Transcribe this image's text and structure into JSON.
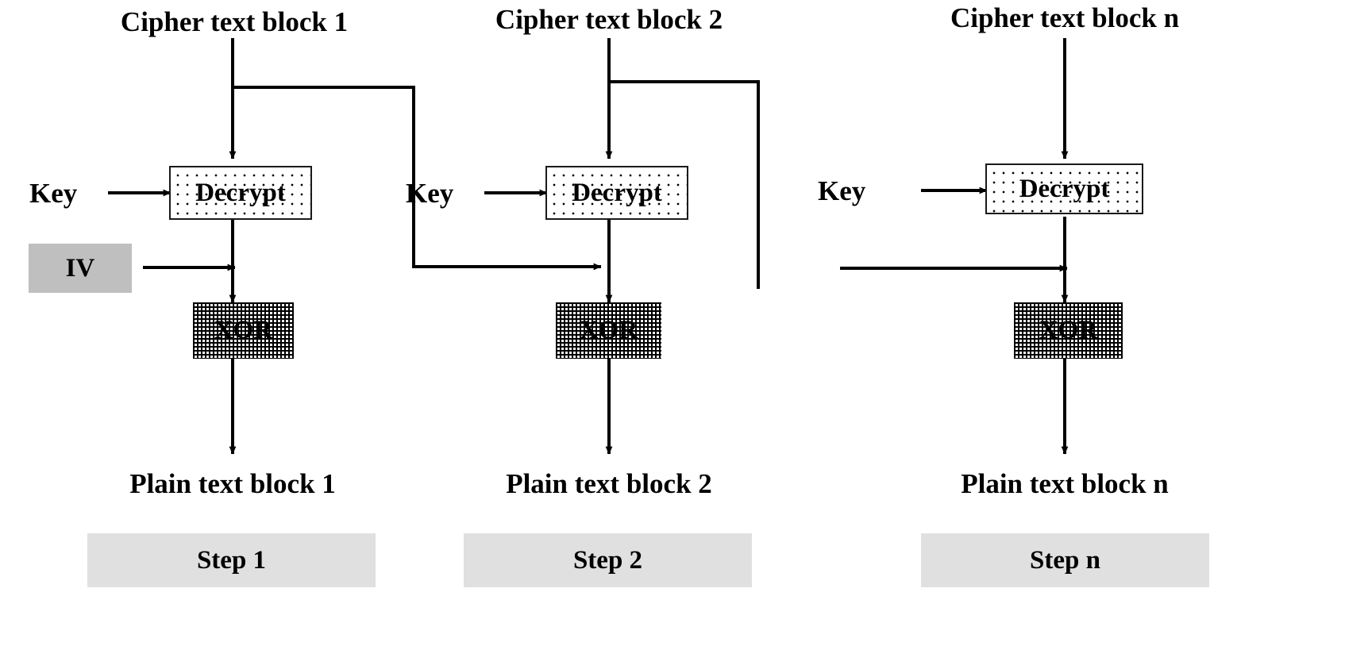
{
  "diagram": {
    "title_semantic": "cbc-mode-decryption",
    "colors": {
      "line": "#000000",
      "iv_fill": "#bfbfbf",
      "step_fill": "#e0e0e0",
      "box_border": "#1a1a1a",
      "background": "#ffffff"
    }
  },
  "columns": [
    {
      "cipher_label": "Cipher text block 1",
      "key_label": "Key",
      "decrypt_label": "Decrypt",
      "iv_label": "IV",
      "xor_label": "XOR",
      "plain_label": "Plain text block 1",
      "step_label": "Step 1"
    },
    {
      "cipher_label": "Cipher text block 2",
      "key_label": "Key",
      "decrypt_label": "Decrypt",
      "xor_label": "XOR",
      "plain_label": "Plain text block 2",
      "step_label": "Step 2"
    },
    {
      "cipher_label": "Cipher text block n",
      "key_label": "Key",
      "decrypt_label": "Decrypt",
      "xor_label": "XOR",
      "plain_label": "Plain text block n",
      "step_label": "Step n"
    }
  ]
}
